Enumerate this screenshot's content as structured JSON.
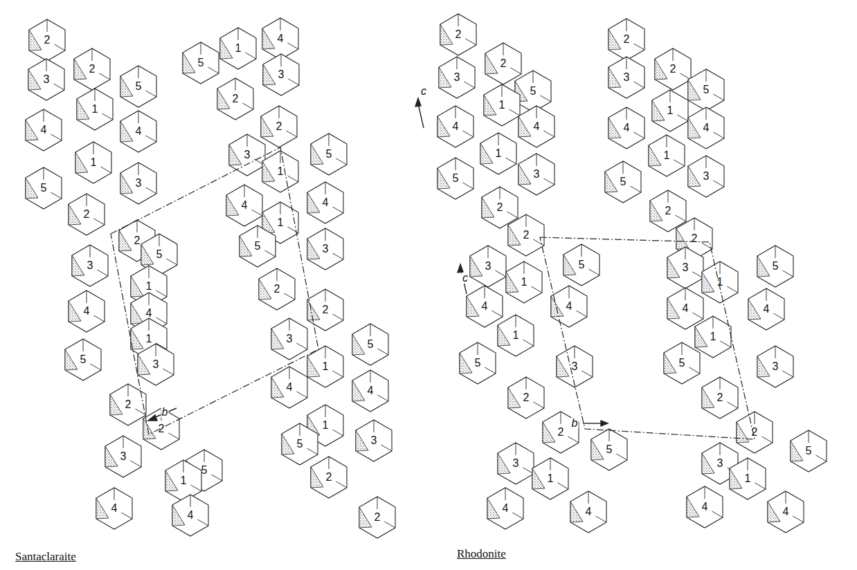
{
  "diagram": {
    "labels": [
      "Santaclaraite",
      "2",
      "2",
      "3",
      "5",
      "1",
      "4",
      "4",
      "1",
      "5",
      "3",
      "2",
      "2",
      "3",
      "5",
      "1",
      "4",
      "4",
      "1",
      "5",
      "3",
      "2",
      "2",
      "3",
      "5",
      "1",
      "4",
      "4",
      "4",
      "1",
      "5",
      "3",
      "2",
      "2",
      "3",
      "5",
      "1",
      "4",
      "4",
      "1",
      "5",
      "3",
      "2",
      "2",
      "3",
      "5",
      "1",
      "4",
      "4",
      "1",
      "5",
      "3",
      "2",
      "2",
      "b",
      "c",
      "Rhodonite",
      "2",
      "2",
      "3",
      "5",
      "1",
      "4",
      "4",
      "1",
      "5",
      "3",
      "2",
      "2",
      "3",
      "5",
      "1",
      "4",
      "4",
      "1",
      "5",
      "3",
      "2",
      "2",
      "3",
      "5",
      "1",
      "4",
      "4",
      "2",
      "2",
      "3",
      "5",
      "1",
      "4",
      "4",
      "1",
      "5",
      "3",
      "2",
      "2",
      "3",
      "5",
      "1",
      "4",
      "4",
      "1",
      "5",
      "3",
      "2",
      "2",
      "3",
      "5",
      "1",
      "4",
      "4",
      "c",
      "b"
    ]
  }
}
